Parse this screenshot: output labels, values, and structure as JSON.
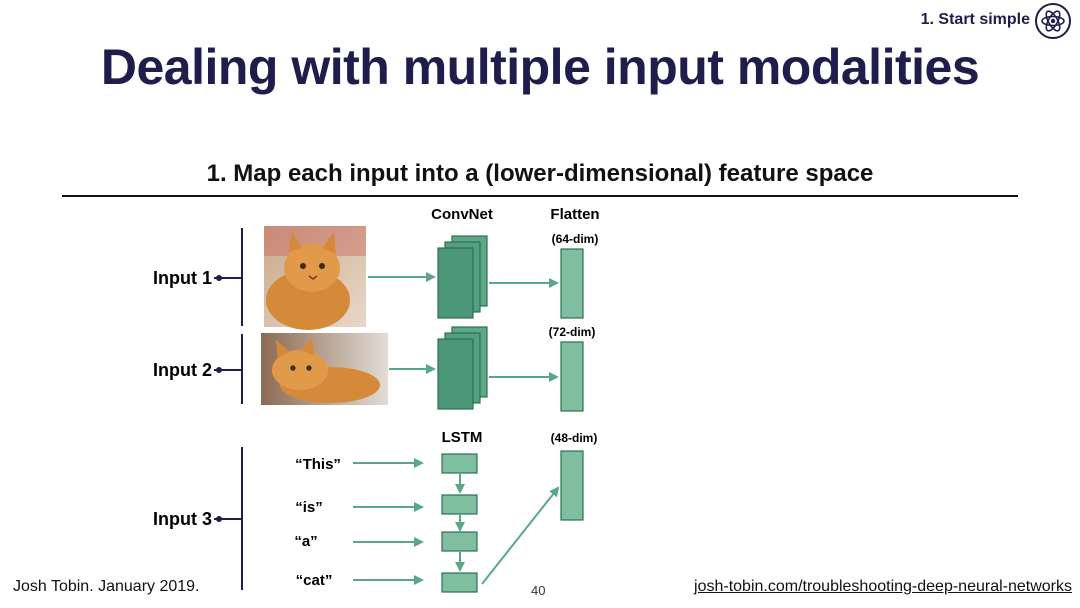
{
  "header": {
    "section_label": "1. Start simple",
    "title": "Dealing with multiple input modalities"
  },
  "step": {
    "title": "1. Map each input into a (lower-dimensional) feature space"
  },
  "columns": {
    "convnet": "ConvNet",
    "flatten": "Flatten",
    "lstm": "LSTM"
  },
  "inputs": [
    {
      "label": "Input 1",
      "dim": "(64-dim)"
    },
    {
      "label": "Input 2",
      "dim": "(72-dim)"
    },
    {
      "label": "Input 3",
      "dim": "(48-dim)"
    }
  ],
  "tokens": [
    "“This”",
    "“is”",
    "“a”",
    "“cat”"
  ],
  "colors": {
    "accent": "#5aa787",
    "box_fill": "#7fbf9f",
    "box_stroke": "#2f6e55",
    "title": "#1f1d4b"
  },
  "footer": {
    "author": "Josh Tobin. January 2019.",
    "page": "40",
    "link": "josh-tobin.com/troubleshooting-deep-neural-networks"
  }
}
